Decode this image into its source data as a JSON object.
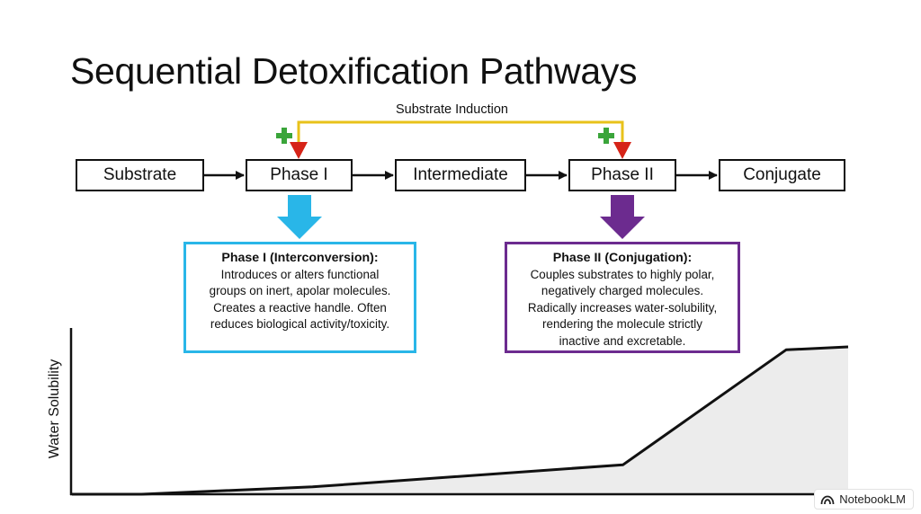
{
  "title": "Sequential Detoxification Pathways",
  "induction_label": "Substrate Induction",
  "flow": {
    "steps": [
      {
        "id": "substrate",
        "label": "Substrate"
      },
      {
        "id": "phase1",
        "label": "Phase I"
      },
      {
        "id": "intermediate",
        "label": "Intermediate"
      },
      {
        "id": "phase2",
        "label": "Phase II"
      },
      {
        "id": "conjugate",
        "label": "Conjugate"
      }
    ]
  },
  "phase1_box": {
    "title": "Phase I (Interconversion):",
    "lines": [
      "Introduces or alters functional",
      "groups on inert, apolar molecules.",
      "Creates a reactive handle. Often",
      "reduces biological activity/toxicity."
    ]
  },
  "phase2_box": {
    "title": "Phase II (Conjugation):",
    "lines": [
      "Couples substrates to highly polar,",
      "negatively charged molecules.",
      "Radically increases water-solubility,",
      "rendering the molecule strictly",
      "inactive and excretable."
    ]
  },
  "chart_data": {
    "type": "area",
    "ylabel": "Water Solubility",
    "xlabel": "",
    "ylim": [
      0,
      1
    ],
    "x": [
      0,
      0.09,
      0.31,
      0.71,
      0.92,
      1.0
    ],
    "values": [
      0,
      0,
      0.05,
      0.2,
      0.98,
      1.0
    ]
  },
  "colors": {
    "induction_line": "#e8c21a",
    "induction_arrow": "#d62418",
    "plus_sign": "#3aa53a",
    "phase1_accent": "#29b6e8",
    "phase2_accent": "#6c2b8f",
    "area_fill": "#ececec"
  },
  "watermark": {
    "icon": "notebooklm-logo-icon",
    "text": "NotebookLM"
  }
}
